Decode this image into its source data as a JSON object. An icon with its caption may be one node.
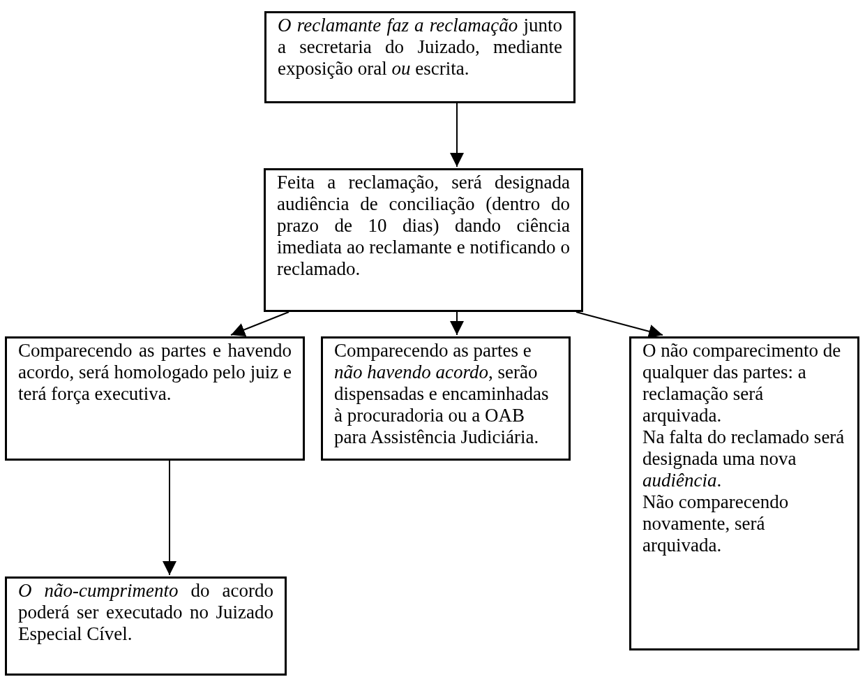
{
  "diagram": {
    "nodes": [
      {
        "text": [
          "*O reclamante faz a reclamação* junto a secretaria do Juizado, mediante exposição oral *ou* escrita."
        ]
      },
      {
        "text": [
          "Feita a reclamação, será designada audiência de conciliação (dentro do prazo de 10 dias) dando ciência imediata ao reclamante e notificando o reclamado."
        ]
      },
      {
        "text": [
          "Comparecendo as partes e havendo acordo, será homologado pelo juiz e terá força executiva."
        ]
      },
      {
        "text": [
          "Comparecendo as partes e *não havendo acordo*, serão dispensadas e encaminhadas à procuradoria ou a OAB para Assistência Judiciária."
        ]
      },
      {
        "text": [
          "*O não-cumprimento* do acordo poderá ser executado no Juizado Especial Cível."
        ]
      },
      {
        "text": [
          "O não comparecimento de qualquer das partes: a reclamação será arquivada.",
          "Na falta do reclamado será designada uma nova *audiência*.",
          "Não comparecendo novamente, será arquivada."
        ]
      }
    ],
    "edges": [
      {
        "from": 0,
        "to": 1,
        "arrow": "to"
      },
      {
        "from": 1,
        "to": 2,
        "arrow": "to"
      },
      {
        "from": 1,
        "to": 3,
        "arrow": "to"
      },
      {
        "from": 1,
        "to": 5,
        "arrow": "to"
      },
      {
        "from": 2,
        "to": 4,
        "arrow": "to"
      }
    ]
  }
}
